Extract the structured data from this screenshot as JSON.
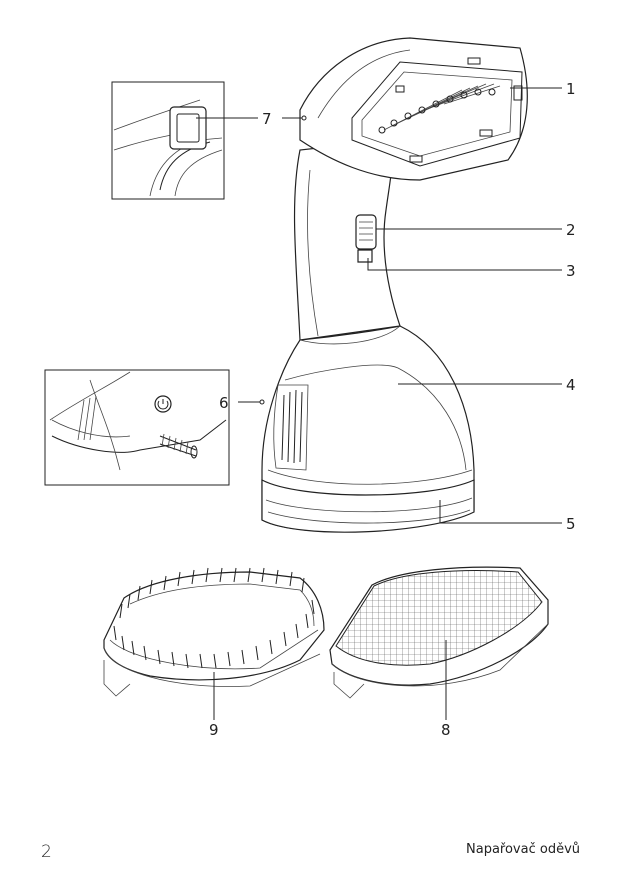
{
  "callouts": {
    "c1": "1",
    "c2": "2",
    "c3": "3",
    "c4": "4",
    "c5": "5",
    "c6": "6",
    "c7": "7",
    "c8": "8",
    "c9": "9"
  },
  "footer": {
    "page_number": "2",
    "document_title": "Napařovač oděvů"
  }
}
